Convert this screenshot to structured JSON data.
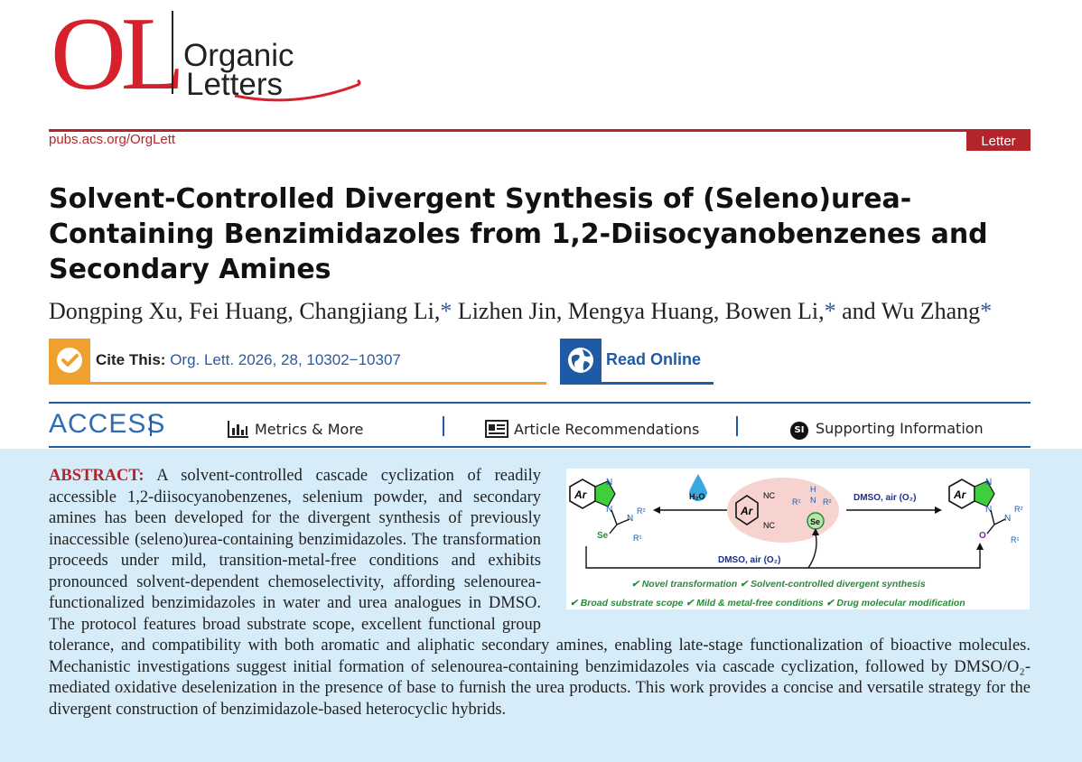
{
  "journal": {
    "logo_abbrev": "OL",
    "logo_word1": "Organic",
    "logo_word2": "Letters",
    "url": "pubs.acs.org/OrgLett",
    "article_type": "Letter"
  },
  "article": {
    "title": "Solvent-Controlled Divergent Synthesis of (Seleno)urea-Containing Benzimidazoles from 1,2-Diisocyanobenzenes and Secondary Amines",
    "authors": [
      {
        "name": "Dongping Xu",
        "corresponding": false
      },
      {
        "name": "Fei Huang",
        "corresponding": false
      },
      {
        "name": "Changjiang Li",
        "corresponding": true
      },
      {
        "name": "Lizhen Jin",
        "corresponding": false
      },
      {
        "name": "Mengya Huang",
        "corresponding": false
      },
      {
        "name": "Bowen Li",
        "corresponding": true
      },
      {
        "name": "Wu Zhang",
        "corresponding": true
      }
    ],
    "author_connector": "and",
    "corresponding_mark": "*"
  },
  "cite": {
    "label": "Cite This:",
    "reference": "Org. Lett. 2026, 28, 10302−10307"
  },
  "read_online": "Read Online",
  "access": {
    "label": "ACCESS",
    "items": [
      "Metrics & More",
      "Article Recommendations",
      "Supporting Information"
    ],
    "si_badge": "SI"
  },
  "abstract": {
    "label": "ABSTRACT:",
    "text": "A solvent-controlled cascade cyclization of readily accessible 1,2-diisocyanobenzenes, selenium powder, and secondary amines has been developed for the divergent synthesis of previously inaccessible (seleno)urea-containing benzimidazoles. The transformation proceeds under mild, transition-metal-free conditions and exhibits pronounced solvent-dependent chemoselectivity, affording selenourea-functionalized benzimidazoles in water and urea analogues in DMSO. The protocol features broad substrate scope, excellent functional group tolerance, and compatibility with both aromatic and aliphatic secondary amines, enabling late-stage functionalization of bioactive molecules. Mechanistic investigations suggest initial formation of selenourea-containing benzimidazoles via cascade cyclization, followed by DMSO/O₂-mediated oxidative deselenization in the presence of base to furnish the urea products. This work provides a concise and versatile strategy for the divergent construction of benzimidazole-based heterocyclic hybrids."
  },
  "graphic": {
    "water": "H₂O",
    "dmso_air_top": "DMSO, air (O₂)",
    "dmso_air_bottom": "DMSO, air (O₂)",
    "ar": "Ar",
    "nc": "NC",
    "se": "Se",
    "o": "O",
    "n": "N",
    "h": "H",
    "r1": "R¹",
    "r2": "R²",
    "feature_line1": "✔ Novel transformation  ✔ Solvent-controlled divergent synthesis",
    "feature_line2": "✔ Broad substrate scope  ✔ Mild & metal-free conditions  ✔ Drug molecular modification",
    "feature_color": "#2a8a3a"
  },
  "colors": {
    "journal_red": "#d6202b",
    "rule_red": "#b4242b",
    "acs_blue": "#1f5aa6",
    "cite_orange": "#f0a02e",
    "abstract_bg": "#d6ecf9"
  }
}
